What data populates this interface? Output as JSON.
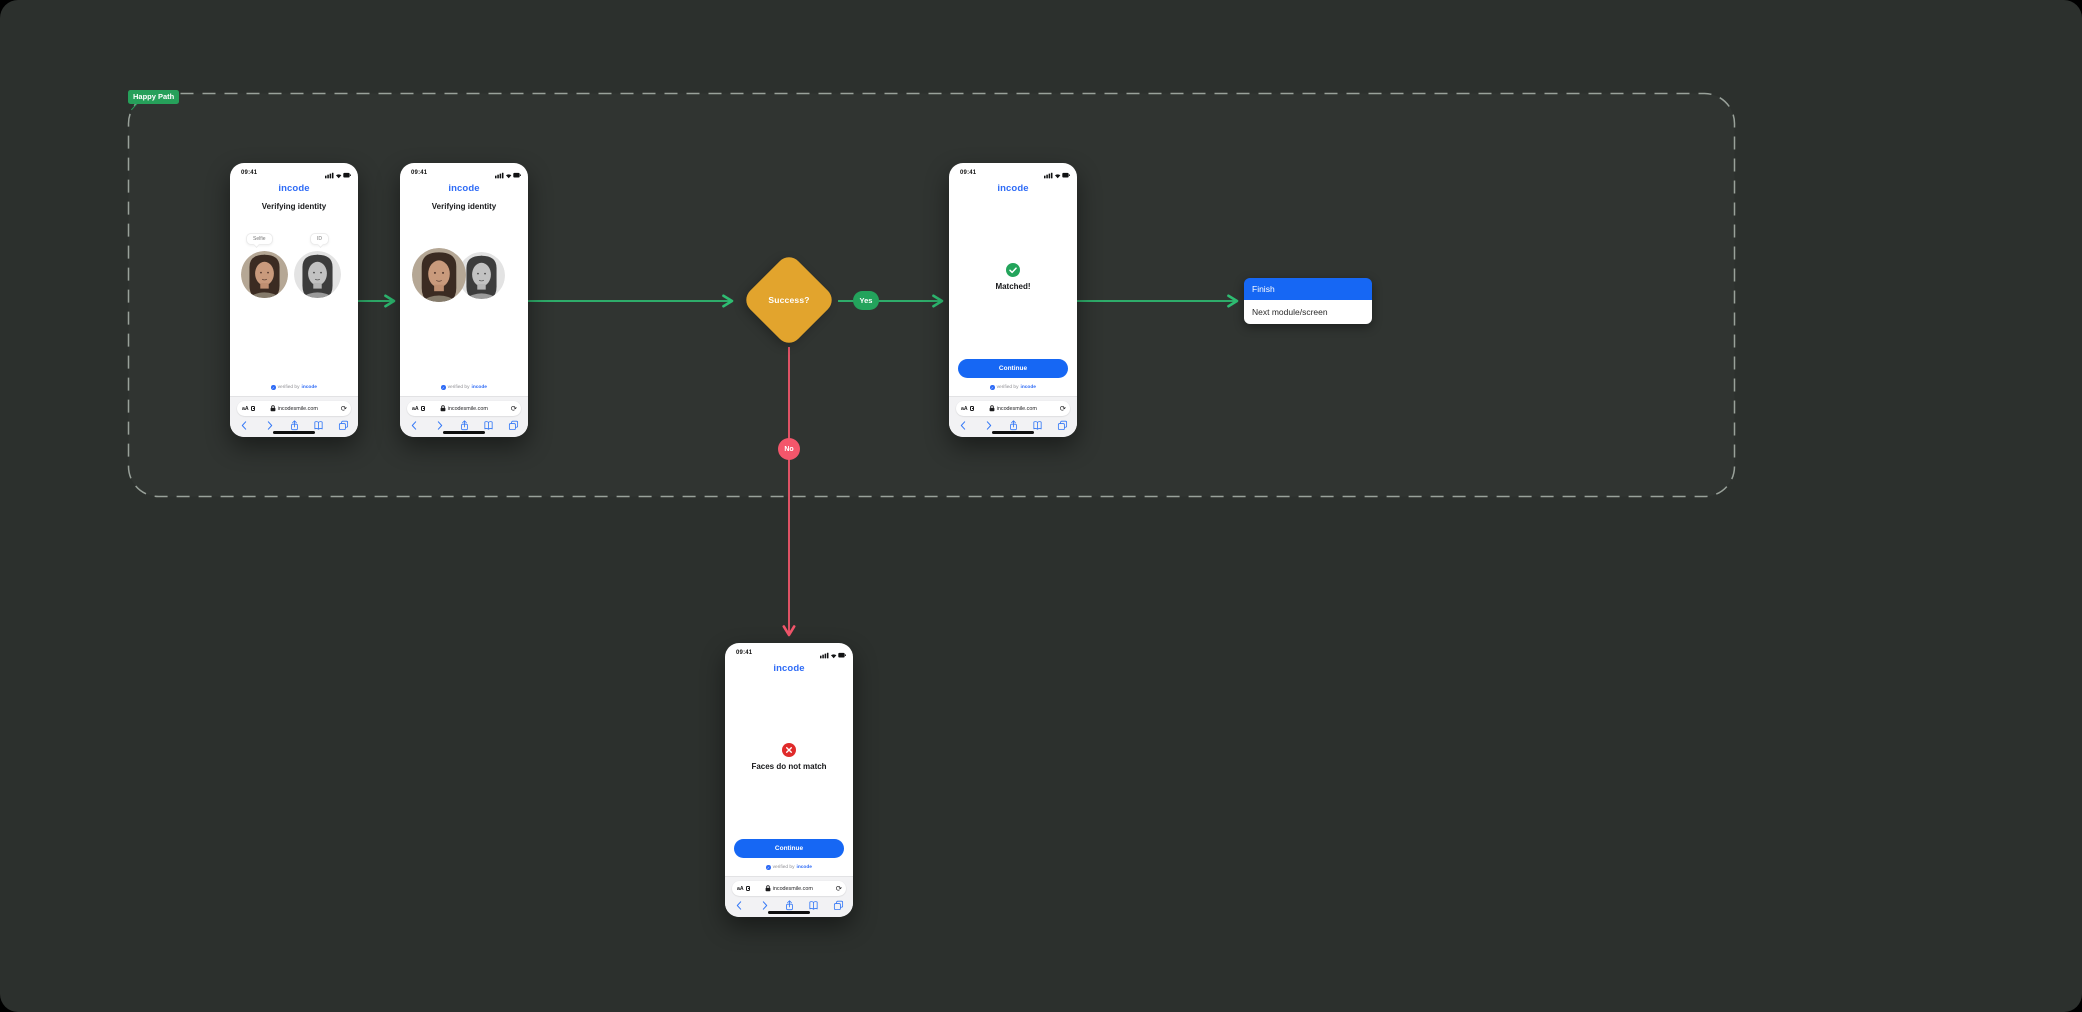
{
  "section": {
    "label": "Happy Path"
  },
  "flow": {
    "decision_label": "Success?",
    "yes_label": "Yes",
    "no_label": "No",
    "menu": {
      "finish": "Finish",
      "next": "Next module/screen"
    }
  },
  "phones": [
    {
      "time": "09:41",
      "logo": "incode",
      "title": "Verifying identity",
      "selfie_tag": "Selfie",
      "id_tag": "ID",
      "verified_by": "verified by",
      "verified_brand": "incode",
      "reader_button": "aA",
      "url": "incodesmile.com"
    },
    {
      "time": "09:41",
      "logo": "incode",
      "title": "Verifying identity",
      "verified_by": "verified by",
      "verified_brand": "incode",
      "reader_button": "aA",
      "url": "incodesmile.com"
    },
    {
      "time": "09:41",
      "logo": "incode",
      "result": "Matched!",
      "button": "Continue",
      "verified_by": "verified by",
      "verified_brand": "incode",
      "reader_button": "aA",
      "url": "incodesmile.com"
    },
    {
      "time": "09:41",
      "logo": "incode",
      "result": "Faces do not match",
      "button": "Continue",
      "verified_by": "verified by",
      "verified_brand": "incode",
      "reader_button": "aA",
      "url": "incodesmile.com"
    }
  ],
  "colors": {
    "canvas_bg": "#2c302d",
    "logo_blue": "#2e6bf6",
    "button_blue": "#1667f4",
    "diamond_orange": "#e2a42d",
    "arrow_green": "#2ebd72",
    "yes_pill_green": "#23a35c",
    "section_tag_green": "#26a05a",
    "success_green": "#23a45b",
    "flow_red": "#f2566b",
    "error_red": "#e02b2b"
  }
}
